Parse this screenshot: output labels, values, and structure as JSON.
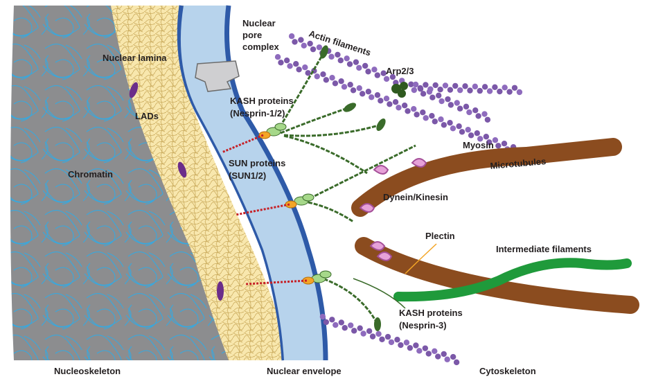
{
  "labels": {
    "nuclear_pore_line1": "Nuclear",
    "nuclear_pore_line2": "pore",
    "nuclear_pore_line3": "complex",
    "actin_filaments": "Actin filaments",
    "arp23": "Arp2/3",
    "nuclear_lamina": "Nuclear lamina",
    "lads": "LADs",
    "kash12_line1": "KASH proteins",
    "kash12_line2": "(Nesprin-1/2)",
    "myosin": "Myosin",
    "sun_line1": "SUN proteins",
    "sun_line2": "(SUN1/2)",
    "chromatin": "Chromatin",
    "microtubules": "Microtubules",
    "dynein_kinesin": "Dynein/Kinesin",
    "plectin": "Plectin",
    "intermediate_filaments": "Intermediate filaments",
    "kash3_line1": "KASH proteins",
    "kash3_line2": "(Nesprin-3)"
  },
  "bottom_labels": {
    "nucleoskeleton": "Nucleoskeleton",
    "nuclear_envelope": "Nuclear envelope",
    "cytoskeleton": "Cytoskeleton"
  },
  "colors": {
    "chromatin_bg": "#8a8b8d",
    "chromatin_fiber": "#2aa8e0",
    "lamina": "#f6e3a3",
    "envelope_fill": "#b7d3ec",
    "envelope_edge": "#2e5aa8",
    "actin": "#7b58a8",
    "actin_bead": "#9a7cc6",
    "nesprin": "#3a6b2a",
    "microtubule": "#8b4c1f",
    "dynein": "#c77cc0",
    "intermediate": "#1f9a3b",
    "sun": "#f3a526",
    "sun_red": "#c62026",
    "lad": "#6b2d8a"
  }
}
